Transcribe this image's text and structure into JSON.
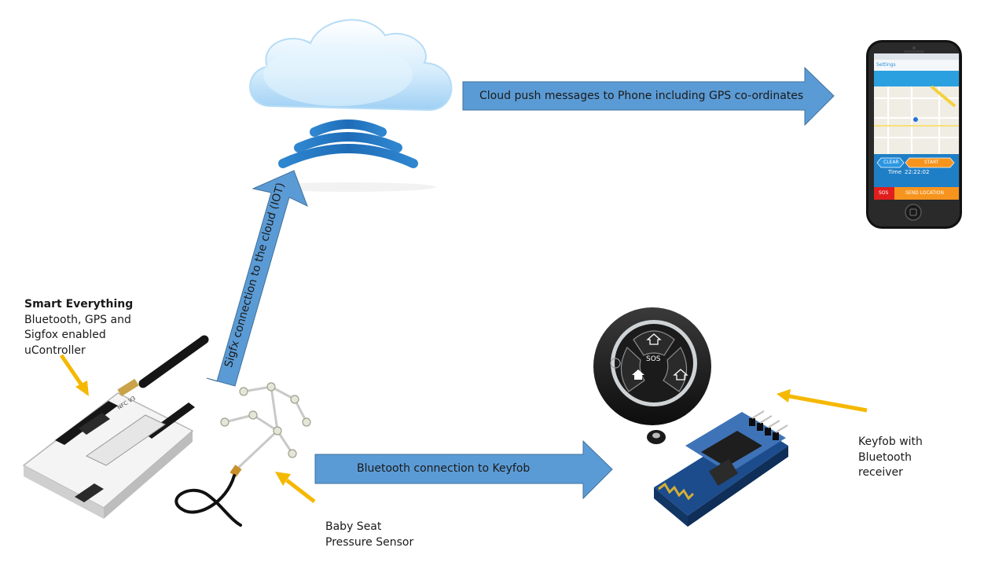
{
  "arrows": {
    "cloud_to_phone": "Cloud push messages to Phone including GPS co-ordinates",
    "device_to_cloud": "Sigfx connection to the cloud (IOT)",
    "device_to_keyfob": "Bluetooth connection to Keyfob"
  },
  "labels": {
    "controller_title": "Smart Everything",
    "controller_lines": [
      "Bluetooth, GPS and",
      "Sigfox enabled",
      "uController"
    ],
    "sensor_lines": [
      "Baby Seat",
      "Pressure Sensor"
    ],
    "keyfob_lines": [
      "Keyfob with",
      "Bluetooth",
      "receiver"
    ]
  },
  "phone": {
    "header_left": "Settings",
    "time_label": "Time",
    "time_value": "22:22:02",
    "clear_button": "CLEAR",
    "start_button": "START",
    "sos_button": "SOS",
    "send_location_button": "SEND LOCATION"
  },
  "keyfob": {
    "sos_label": "SOS"
  },
  "board": {
    "nfc_label": "NFC V3"
  },
  "colors": {
    "arrow_fill": "#5b9bd5",
    "arrow_stroke": "#41719c",
    "pointer_arrow": "#f5b800",
    "phone_orange": "#f7941d",
    "phone_red": "#e01e1e",
    "phone_blue": "#2a8fd8"
  }
}
